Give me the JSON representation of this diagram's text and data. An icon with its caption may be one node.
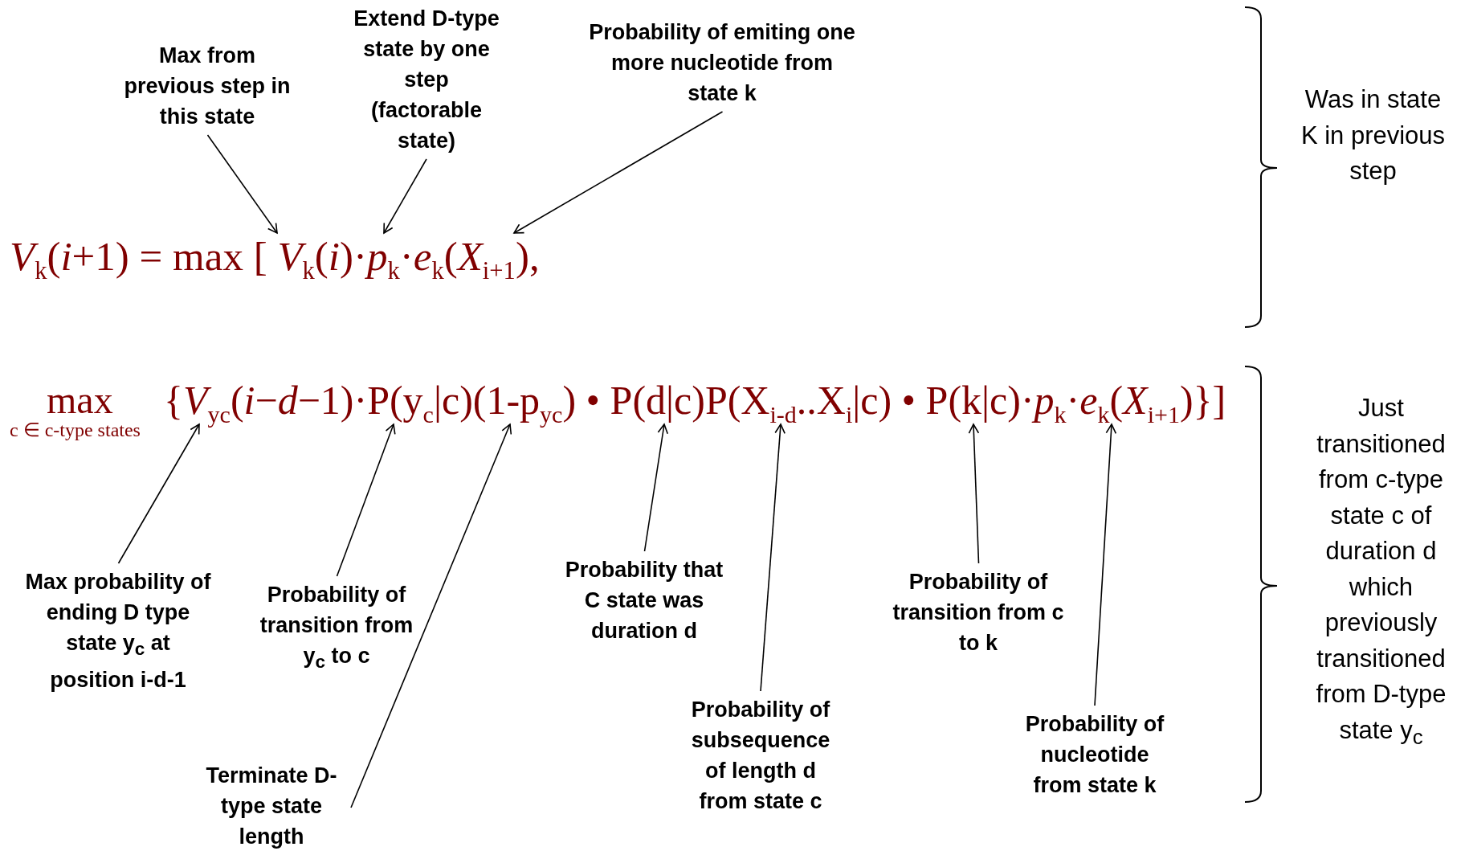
{
  "diagram": {
    "nodes": [
      {
        "text": [
          "Max from previous step in this state"
        ]
      },
      {
        "text": [
          "Extend D-type state by one step (factorable state)"
        ]
      },
      {
        "text": [
          "Probability of emiting one more nucleotide from state k"
        ]
      },
      {
        "text": [
          "Max probability of ending D type state y$_{c}$ at position i-d-1"
        ]
      },
      {
        "text": [
          "Probability of transition from y$_{c}$ to c"
        ]
      },
      {
        "text": [
          "Probability that C state was duration d"
        ]
      },
      {
        "text": [
          "Probability of transition from c to k"
        ]
      },
      {
        "text": [
          "Probability of subsequence of length d from state c"
        ]
      },
      {
        "text": [
          "Probability of nucleotide from state k"
        ]
      },
      {
        "text": [
          "Terminate D-type state length"
        ]
      },
      {
        "text": [
          "*V*$_{k}$(*i*+1) = max [ *V*$_{k}$(*i*)·*p*$_{k}$·*e*$_{k}$(*X*$_{i+1}$),"
        ]
      },
      {
        "text": [
          "{*V*$_{yc}$(*i*−*d*−1)·P(y$_{c}$|c)(1-p$_{yc}$) • P(d|c)P(X$_{i-d}$..X$_{i}$|c) • P(k|c)·*p*$_{k}$·*e*$_{k}$(*X*$_{i+1}$)}]"
        ]
      }
    ],
    "edges": [
      {
        "from": 0,
        "to": 10,
        "arrow": "to"
      },
      {
        "from": 1,
        "to": 10,
        "arrow": "to"
      },
      {
        "from": 2,
        "to": 10,
        "arrow": "to"
      },
      {
        "from": 3,
        "to": 11,
        "arrow": "to"
      },
      {
        "from": 4,
        "to": 11,
        "arrow": "to"
      },
      {
        "from": 5,
        "to": 11,
        "arrow": "to"
      },
      {
        "from": 6,
        "to": 11,
        "arrow": "to"
      },
      {
        "from": 7,
        "to": 11,
        "arrow": "to"
      },
      {
        "from": 8,
        "to": 11,
        "arrow": "to"
      },
      {
        "from": 9,
        "to": 11,
        "arrow": "to"
      }
    ],
    "labels": [
      "Was in state K in previous step",
      "max",
      "c ∈ c-type states",
      "Just transitioned from c-type state c of duration d which previously transitioned from D-type state y$_{c}$"
    ]
  }
}
